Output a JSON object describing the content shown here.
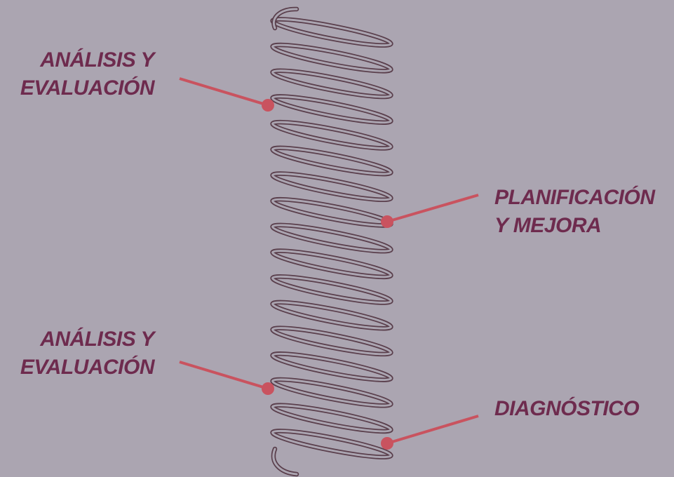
{
  "colors": {
    "background": "#aba5b1",
    "text": "#6e2b4e",
    "pointer": "#c9535f",
    "spring": "#5a3f4c"
  },
  "spring": {
    "coil_count": 17
  },
  "labels": [
    {
      "id": "analisis-top",
      "lines": [
        "ANÁLISIS Y",
        "EVALUACIÓN"
      ]
    },
    {
      "id": "planificacion",
      "lines": [
        "PLANIFICACIÓN",
        "Y MEJORA"
      ]
    },
    {
      "id": "analisis-bottom",
      "lines": [
        "ANÁLISIS Y",
        "EVALUACIÓN"
      ]
    },
    {
      "id": "diagnostico",
      "lines": [
        "DIAGNÓSTICO"
      ]
    }
  ]
}
